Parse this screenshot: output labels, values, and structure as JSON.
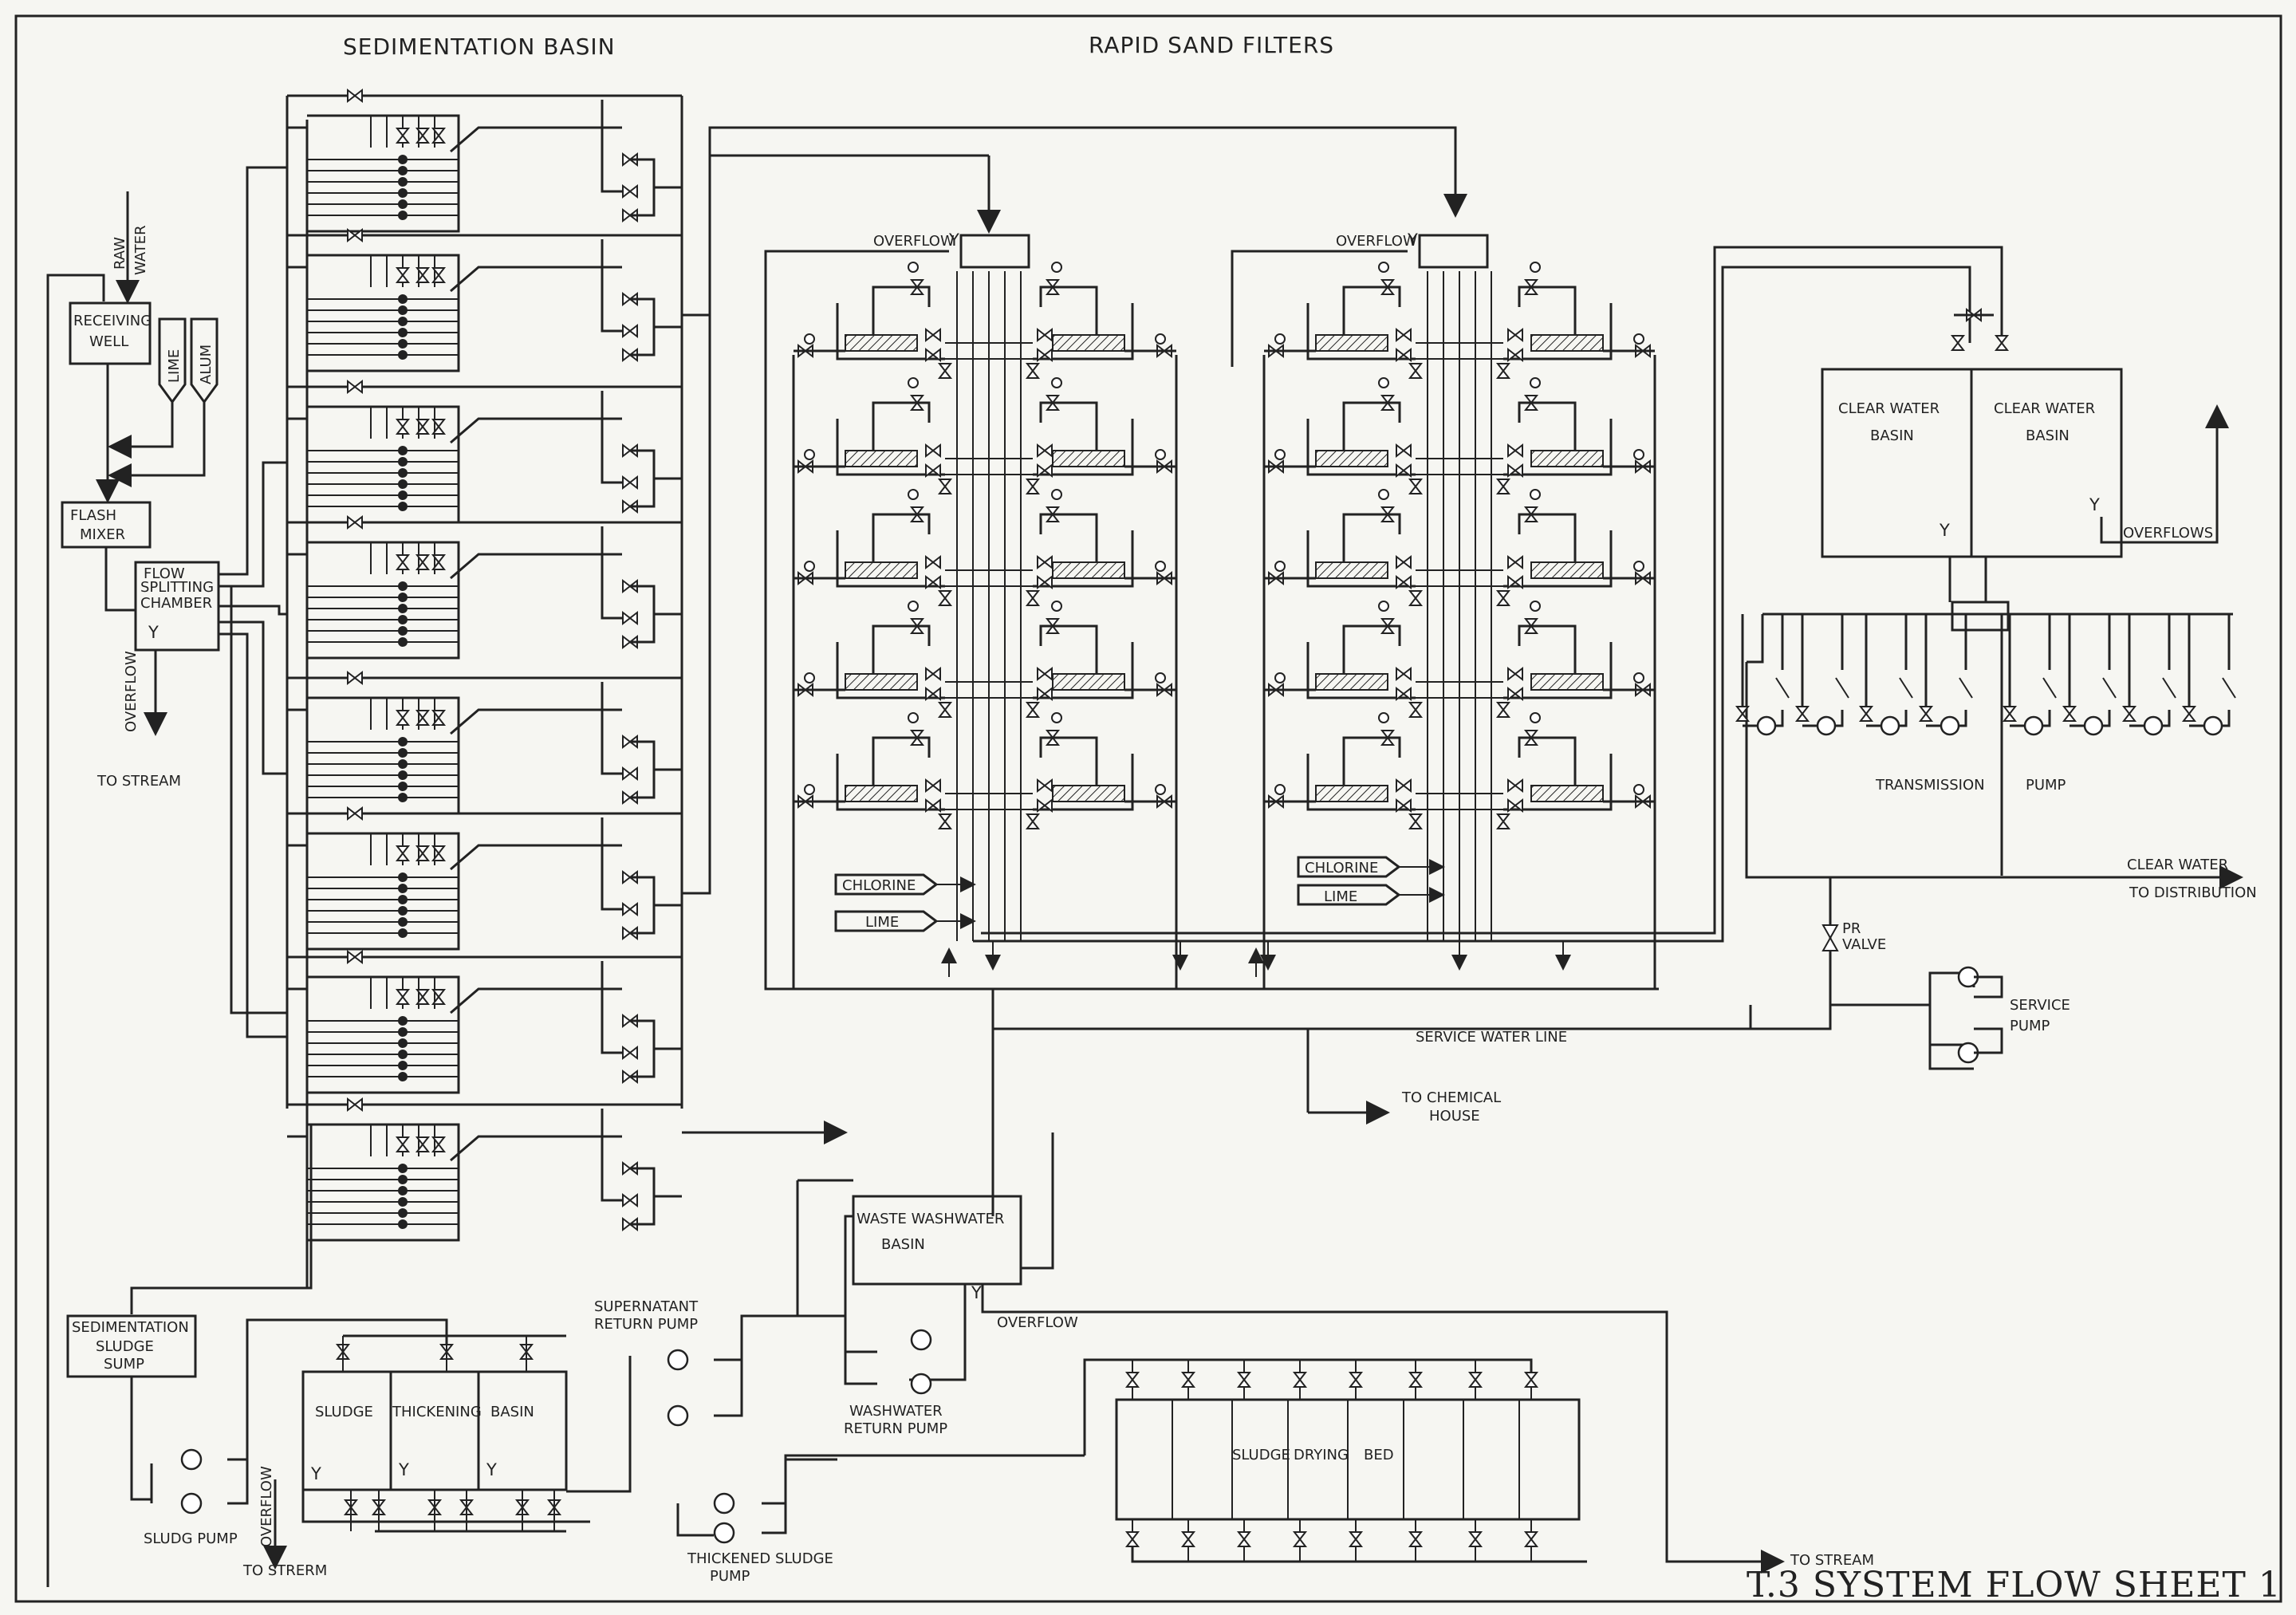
{
  "headings": {
    "sedimentation_basin": "SEDIMENTATION BASIN",
    "rapid_sand_filters": "RAPID SAND FILTERS"
  },
  "labels": {
    "raw": "RAW",
    "water": "WATER",
    "receiving_well_1": "RECEIVING",
    "receiving_well_2": "WELL",
    "lime": "LIME",
    "alum": "ALUM",
    "flash_mixer_1": "FLASH",
    "flash_mixer_2": "MIXER",
    "flow_splitting_1": "FLOW",
    "flow_splitting_2": "SPLITTING",
    "flow_splitting_3": "CHAMBER",
    "overflow": "OVERFLOW",
    "to_stream": "TO STREAM",
    "overflow_f1": "OVERFLOW",
    "overflow_f2": "OVERFLOW",
    "chlorine_1": "CHLORINE",
    "lime_1": "LIME",
    "chlorine_2": "CHLORINE",
    "lime_2": "LIME",
    "clear_water_basin_a_1": "CLEAR WATER",
    "clear_water_basin_a_2": "BASIN",
    "clear_water_basin_b_1": "CLEAR WATER",
    "clear_water_basin_b_2": "BASIN",
    "overflows": "OVERFLOWS",
    "transmission": "TRANSMISSION",
    "pump": "PUMP",
    "clear_water_dist_1": "CLEAR WATER",
    "clear_water_dist_2": "TO DISTRIBUTION",
    "pr_valve_1": "PR",
    "pr_valve_2": "VALVE",
    "service_pump_1": "SERVICE",
    "service_pump_2": "PUMP",
    "service_water_line": "SERVICE WATER LINE",
    "to_chemical_house_1": "TO CHEMICAL",
    "to_chemical_house_2": "HOUSE",
    "waste_washwater_1": "WASTE WASHWATER",
    "waste_washwater_2": "BASIN",
    "overflow_wwb": "OVERFLOW",
    "washwater_return_1": "WASHWATER",
    "washwater_return_2": "RETURN PUMP",
    "supernatant_1": "SUPERNATANT",
    "supernatant_2": "RETURN PUMP",
    "sed_sludge_1": "SEDIMENTATION",
    "sed_sludge_2": "SLUDGE",
    "sed_sludge_3": "SUMP",
    "sludge": "SLUDGE",
    "thickening": "THICKENING",
    "basin": "BASIN",
    "sludg_pump": "SLUDG PUMP",
    "overflow_vert": "OVERFLOW",
    "to_strerm": "TO STRERM",
    "thickened_1": "THICKENED SLUDGE",
    "thickened_2": "PUMP",
    "sludge_drying_1": "SLUDGE",
    "sludge_drying_2": "DRYING",
    "sludge_drying_3": "BED",
    "to_stream_bottom": "TO STREAM"
  },
  "title_block": {
    "title": "T.3   SYSTEM FLOW SHEET 1"
  }
}
